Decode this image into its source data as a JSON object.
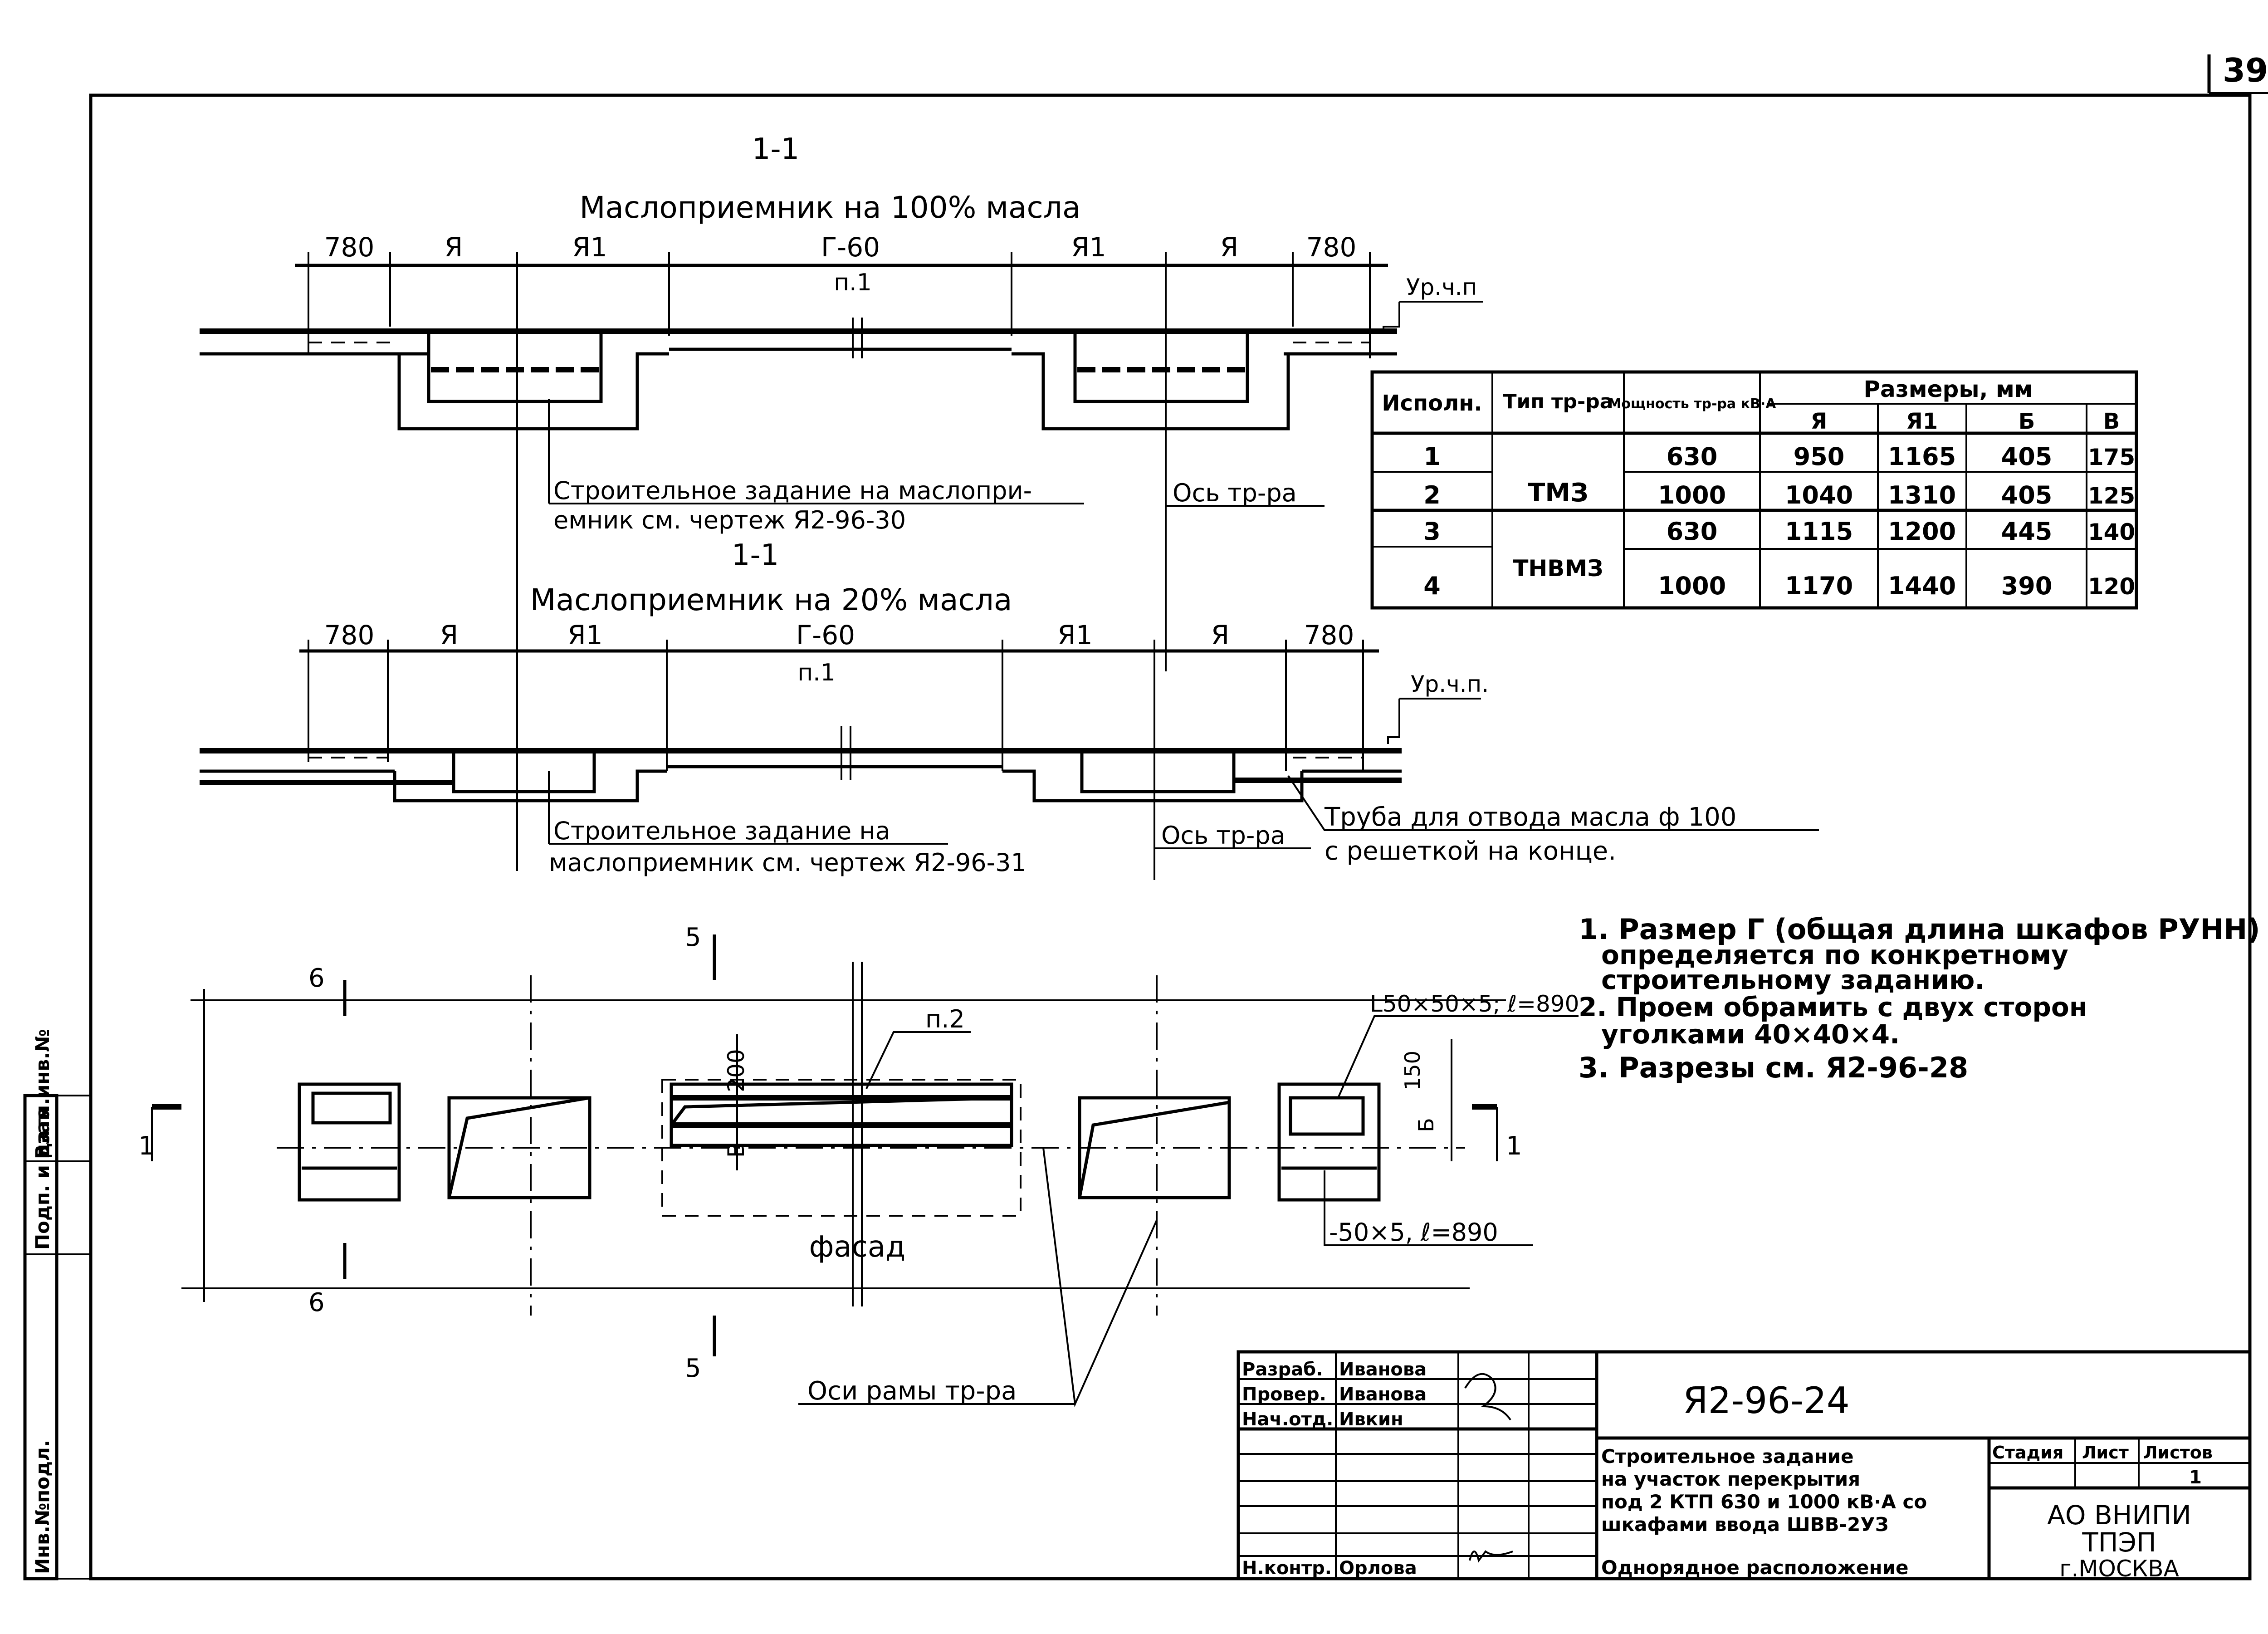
{
  "sheet": {
    "page_number": "39",
    "side_stamp": {
      "fields": [
        "Инв.№подл.",
        "Подп. и дата",
        "Взам.инв.№"
      ]
    }
  },
  "section_100": {
    "section_label": "1-1",
    "title": "Маслоприемник на 100% масла",
    "dims": [
      "780",
      "Я",
      "Я1",
      "Г-60",
      "Я1",
      "Я",
      "780"
    ],
    "note_ref": "п.1",
    "level_label": "Ур.ч.п",
    "callout": "Строительное задание на маслопри-",
    "callout_line2": "емник см. чертеж Я2-96-30",
    "axis_label": "Ось тр-ра"
  },
  "section_20": {
    "section_label": "1-1",
    "title": "Маслоприемник на 20% масла",
    "dims": [
      "780",
      "Я",
      "Я1",
      "Г-60",
      "Я1",
      "Я",
      "780"
    ],
    "note_ref": "п.1",
    "level_label": "Ур.ч.п.",
    "callout": "Строительное задание на",
    "callout_line2": "маслоприемник см. чертеж Я2-96-31",
    "axis_label": "Ось тр-ра",
    "pipe_label": "Труба для отвода масла ф 100",
    "pipe_label_line2": "с решеткой на конце."
  },
  "facade": {
    "label": "фасад",
    "cut_5": "5",
    "cut_6": "6",
    "cut_1": "1",
    "dim_200": "200",
    "dim_v": "В",
    "dim_150": "150",
    "dim_b": "Б",
    "note_ref": "п.2",
    "angle_label": "L50×50×5; ℓ=890",
    "strip_label": "-50×5, ℓ=890",
    "frame_axes_label": "Оси рамы тр-ра"
  },
  "table": {
    "headers": {
      "variant": "Исполн.",
      "type": "Тип тр-ра",
      "power": "Мощность тр-ра кВ·А",
      "sizes": "Размеры, мм",
      "sub": [
        "Я",
        "Я1",
        "Б",
        "В"
      ]
    },
    "groups": [
      {
        "type": "ТМЗ",
        "rows": [
          {
            "variant": "1",
            "power": "630",
            "values": [
              "950",
              "1165",
              "405",
              "175"
            ]
          },
          {
            "variant": "2",
            "power": "1000",
            "values": [
              "1040",
              "1310",
              "405",
              "125"
            ]
          }
        ]
      },
      {
        "type": "ТНВМЗ",
        "rows": [
          {
            "variant": "3",
            "power": "630",
            "values": [
              "1115",
              "1200",
              "445",
              "140"
            ]
          },
          {
            "variant": "4",
            "power": "1000",
            "values": [
              "1170",
              "1440",
              "390",
              "120"
            ]
          }
        ]
      }
    ]
  },
  "notes": [
    "1. Размер Г (общая длина шкафов РУНН)",
    "определяется по конкретному",
    "строительному заданию.",
    "2. Проем обрамить с двух сторон",
    "уголками 40×40×4.",
    "3. Разрезы см. Я2-96-28"
  ],
  "title_block": {
    "roles": [
      {
        "role": "Разраб.",
        "name": "Иванова"
      },
      {
        "role": "Провер.",
        "name": "Иванова"
      },
      {
        "role": "Нач.отд.",
        "name": "Ивкин"
      },
      {
        "role": "",
        "name": ""
      },
      {
        "role": "",
        "name": ""
      },
      {
        "role": "",
        "name": ""
      },
      {
        "role": "",
        "name": ""
      },
      {
        "role": "Н.контр.",
        "name": "Орлова"
      }
    ],
    "code": "Я2-96-24",
    "description": [
      "Строительное задание",
      "на участок перекрытия",
      "под 2 КТП 630 и 1000 кВ·А со",
      "шкафами ввода ШВВ-2УЗ",
      "Однорядное расположение"
    ],
    "stage_label": "Стадия",
    "sheet_label": "Лист",
    "sheets_label": "Листов",
    "stage_value": "",
    "sheet_value": "",
    "sheets_value": "1",
    "org": [
      "АО ВНИПИ",
      "ТПЭП",
      "г.МОСКВА"
    ]
  }
}
